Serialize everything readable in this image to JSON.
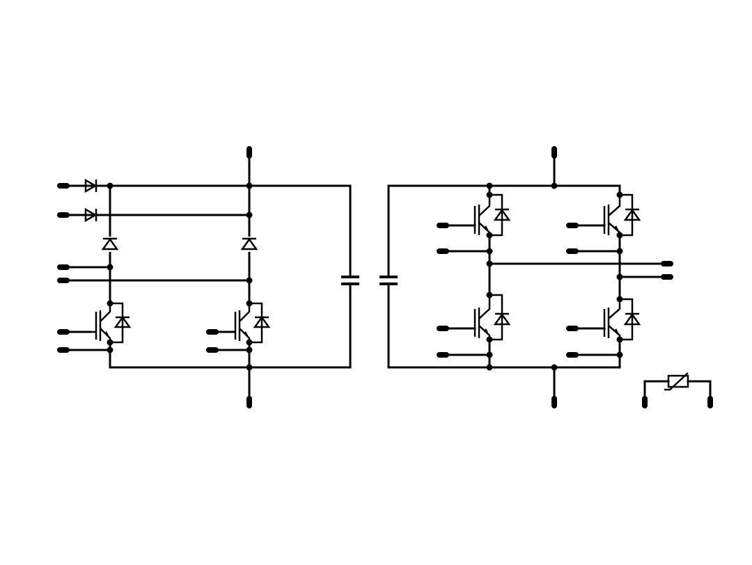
{
  "diagram": {
    "type": "power-module-schematic",
    "background": "#ffffff",
    "line_color": "#000000",
    "sections": [
      {
        "name": "input-diodes",
        "components": [
          "diode",
          "diode"
        ]
      },
      {
        "name": "pfc-stage",
        "components": [
          "diode",
          "diode",
          "igbt-with-diode",
          "igbt-with-diode"
        ]
      },
      {
        "name": "dc-link",
        "components": [
          "capacitor",
          "capacitor"
        ]
      },
      {
        "name": "full-bridge-inverter",
        "components": [
          "igbt-with-diode",
          "igbt-with-diode",
          "igbt-with-diode",
          "igbt-with-diode"
        ]
      },
      {
        "name": "temperature-sensor",
        "components": [
          "ntc-thermistor"
        ]
      }
    ],
    "text_labels": []
  }
}
